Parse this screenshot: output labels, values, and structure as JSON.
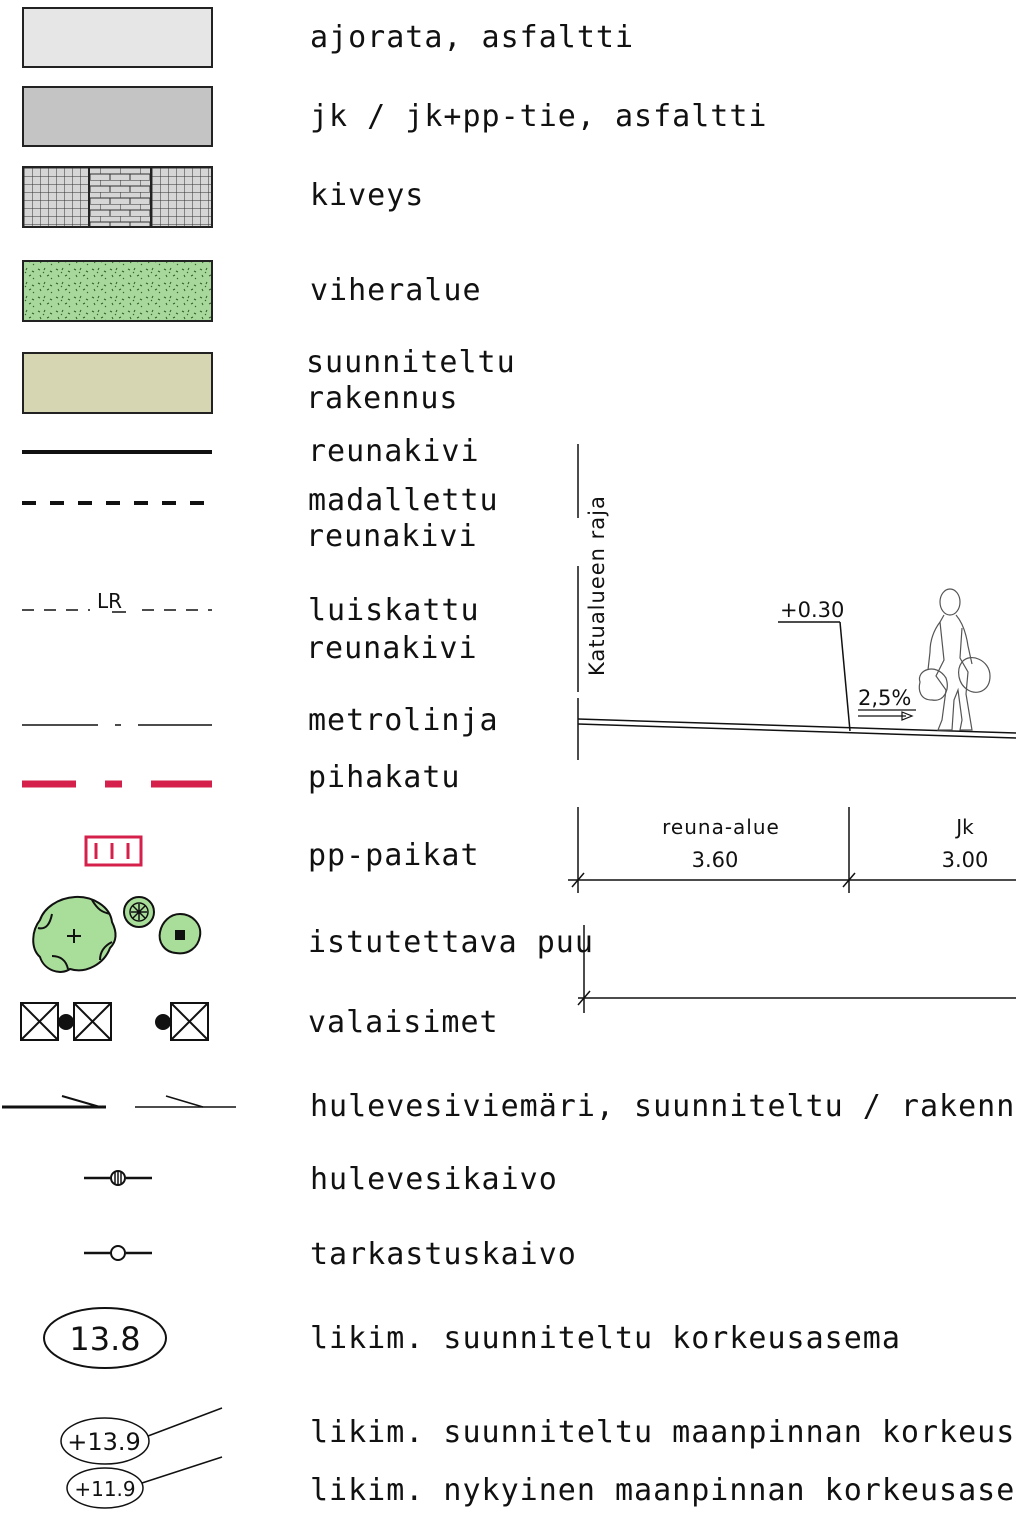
{
  "colors": {
    "asphalt_road": "#e6e6e6",
    "asphalt_path": "#c4c4c4",
    "paving_stone": "#d6d6d6",
    "green_area": "#a9d89c",
    "planned_building": "#d6d7b2",
    "yard_street": "#d4204a",
    "tree_fill": "#a9dd9a",
    "stroke": "#111111"
  },
  "legend": {
    "asphalt_road": "ajorata, asfaltti",
    "asphalt_path": "jk / jk+pp-tie, asfaltti",
    "paving_stone": "kiveys",
    "green_area": "viheralue",
    "planned_building_1": "suunniteltu",
    "planned_building_2": "rakennus",
    "curb": "reunakivi",
    "lowered_curb_1": "madallettu",
    "lowered_curb_2": "reunakivi",
    "ramped_curb_1": "luiskattu",
    "ramped_curb_2": "reunakivi",
    "ramped_curb_symbol": "LR",
    "metro_line": "metrolinja",
    "yard_street": "pihakatu",
    "bike_parking": "pp-paikat",
    "tree": "istutettava puu",
    "lights": "valaisimet",
    "storm_sewer": "hulevesiviemäri, suunniteltu / rakennettu",
    "storm_well": "hulevesikaivo",
    "inspection_well": "tarkastuskaivo",
    "planned_elevation": "likim. suunniteltu korkeusasema",
    "planned_elevation_value": "13.8",
    "planned_ground_elevation": "likim. suunniteltu maanpinnan korkeusasema",
    "planned_ground_value": "+13.9",
    "existing_ground_elevation": "likim. nykyinen maanpinnan korkeusasema",
    "existing_ground_value": "+11.9"
  },
  "section": {
    "boundary_label": "Katualueen raja",
    "elevation": "+0.30",
    "slope": "2,5%",
    "zone1_name": "reuna-alue",
    "zone1_width": "3.60",
    "zone2_name": "Jk",
    "zone2_width": "3.00"
  }
}
